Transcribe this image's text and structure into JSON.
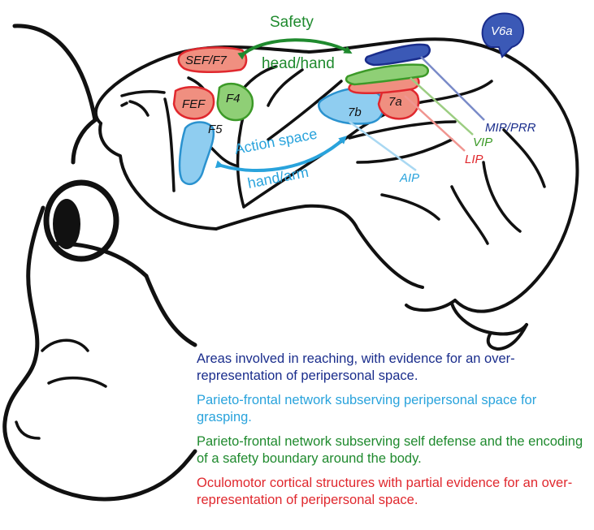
{
  "colors": {
    "reaching": "#1a2d8c",
    "grasping": "#29a3dc",
    "defense": "#1f8a2e",
    "oculomotor": "#e0282e",
    "outline": "#111111"
  },
  "arrows": {
    "safety_title": "Safety",
    "safety_sub": "head/hand",
    "action_title": "Action space",
    "action_sub": "hand/arm"
  },
  "areas": {
    "sef_f7": "SEF/F7",
    "fef": "FEF",
    "f4": "F4",
    "f5": "F5",
    "a7b": "7b",
    "a7a": "7a",
    "v6a": "V6a",
    "mip_prr": "MIP/PRR",
    "vip": "VIP",
    "lip": "LIP",
    "aip": "AIP"
  },
  "legend": [
    {
      "text": "Areas involved in reaching, with evidence for an over-representation of peripersonal space.",
      "color": "#1a2d8c"
    },
    {
      "text": "Parieto-frontal network subserving peripersonal space for grasping.",
      "color": "#29a3dc"
    },
    {
      "text": "Parieto-frontal network subserving self defense and the encoding of a safety boundary around the body.",
      "color": "#1f8a2e"
    },
    {
      "text": "Oculomotor cortical structures with partial evidence for an over-representation of peripersonal space.",
      "color": "#e0282e"
    }
  ]
}
